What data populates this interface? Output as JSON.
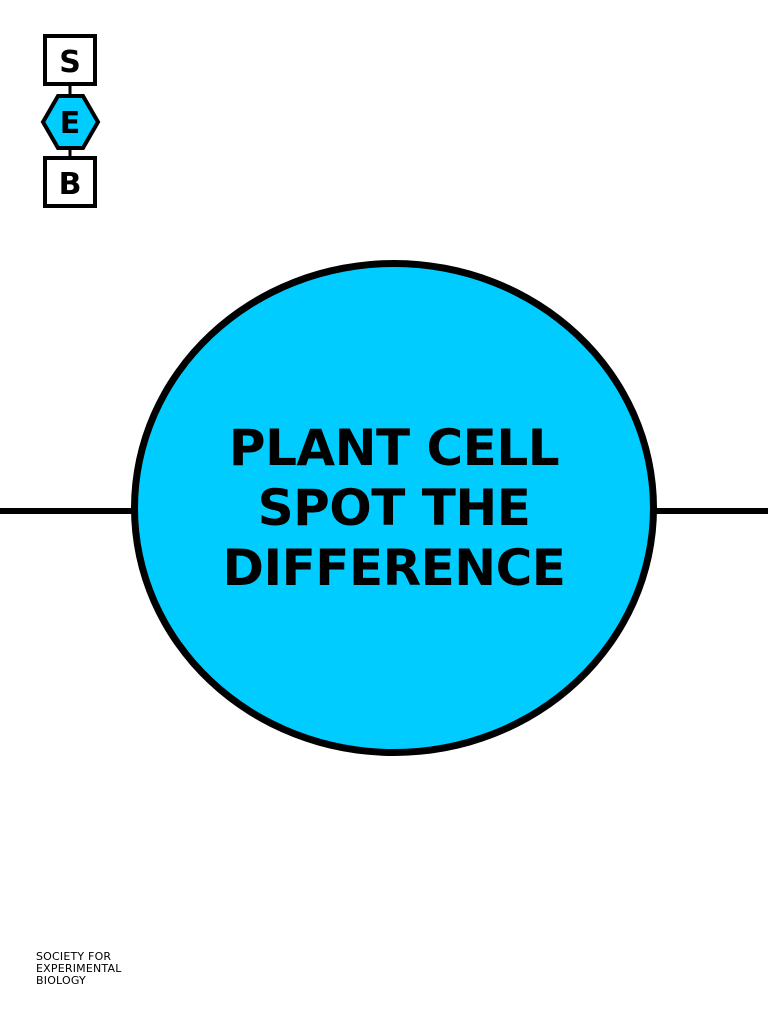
{
  "logo": {
    "letters": [
      "S",
      "E",
      "B"
    ],
    "accent_color": "#00ccff",
    "stroke_color": "#000000"
  },
  "cover": {
    "title_lines": [
      "PLANT CELL",
      "SPOT THE",
      "DIFFERENCE"
    ],
    "circle_color": "#00ccff"
  },
  "footer": {
    "org_lines": [
      "SOCIETY FOR",
      "EXPERIMENTAL",
      "BIOLOGY"
    ]
  }
}
